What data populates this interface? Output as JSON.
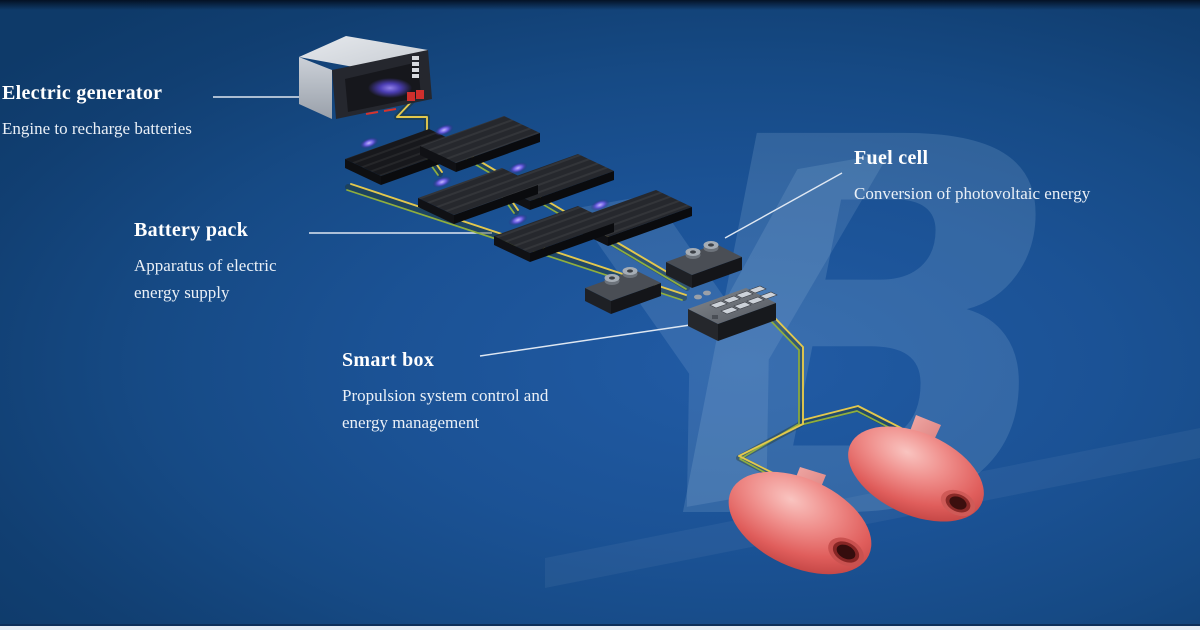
{
  "labels": {
    "electric_generator": {
      "title": "Electric generator",
      "description": "Engine to recharge batteries"
    },
    "battery_pack": {
      "title": "Battery pack",
      "description": "Apparatus of electric energy supply"
    },
    "fuel_cell": {
      "title": "Fuel cell",
      "description": "Conversion of photovoltaic energy"
    },
    "smart_box": {
      "title": "Smart box",
      "description": "Propulsion system control and energy management"
    }
  },
  "watermark": {
    "text": "YB",
    "letter_y": "Y",
    "letter_b": "B"
  },
  "components": [
    {
      "id": "electric-generator",
      "kind": "generator-unit",
      "count": 1
    },
    {
      "id": "battery-pack",
      "kind": "battery-slab",
      "count": 6
    },
    {
      "id": "fuel-cell",
      "kind": "converter-box",
      "count": 2
    },
    {
      "id": "smart-box",
      "kind": "control-unit",
      "count": 1
    },
    {
      "id": "propulsion-pod",
      "kind": "electric-motor-pod",
      "count": 2
    }
  ],
  "colors": {
    "background_center": "#1e58a1",
    "background_edge": "#0f3e6f",
    "cable_yellow": "#e3c84d",
    "cable_green": "#8fae3e",
    "pod_red": "#e4706e",
    "battery_dark": "#26282d",
    "leader_line": "#e8eef6",
    "watermark_blue": "#a8c6e4",
    "logo_glow": "#7a6cf0",
    "bottom_bar": "#e6edf5"
  }
}
